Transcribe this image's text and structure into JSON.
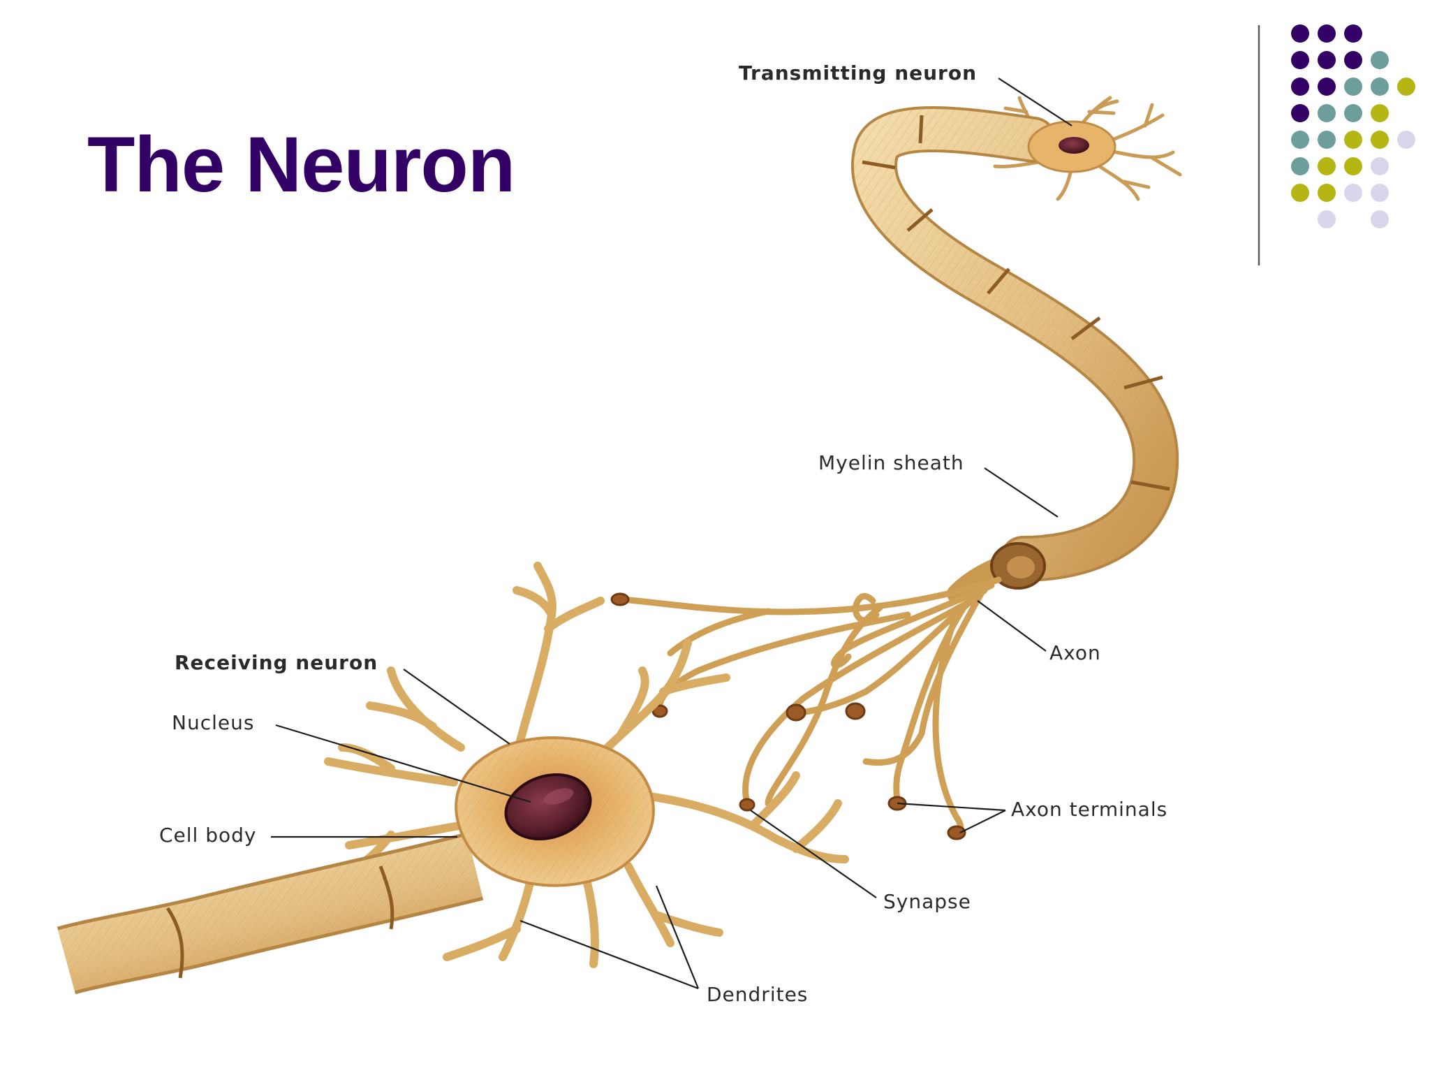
{
  "slide": {
    "title": "The Neuron"
  },
  "labels": {
    "transmitting_neuron": "Transmitting neuron",
    "myelin_sheath": "Myelin sheath",
    "axon": "Axon",
    "axon_terminals": "Axon terminals",
    "receiving_neuron": "Receiving neuron",
    "nucleus": "Nucleus",
    "cell_body": "Cell body",
    "synapse": "Synapse",
    "dendrites": "Dendrites"
  },
  "colors": {
    "title": "#330066",
    "purple": "#330066",
    "teal": "#6d9e9c",
    "olive": "#b5b514",
    "lavender": "#d7d6ec",
    "divider": "#5a5a5a",
    "neuron_fill": "#e6c489",
    "neuron_stroke": "#b58643",
    "nucleus": "#5a1f2c"
  },
  "decor": {
    "dot_rows": [
      [
        "purple",
        "purple",
        "purple"
      ],
      [
        "purple",
        "purple",
        "purple",
        "teal"
      ],
      [
        "purple",
        "purple",
        "teal",
        "teal",
        "olive"
      ],
      [
        "purple",
        "teal",
        "teal",
        "olive"
      ],
      [
        "teal",
        "teal",
        "olive",
        "olive",
        "lavender"
      ],
      [
        "teal",
        "olive",
        "olive",
        "lavender"
      ],
      [
        "olive",
        "olive",
        "lavender",
        "lavender"
      ],
      [
        "lavender",
        "lavender"
      ]
    ]
  }
}
